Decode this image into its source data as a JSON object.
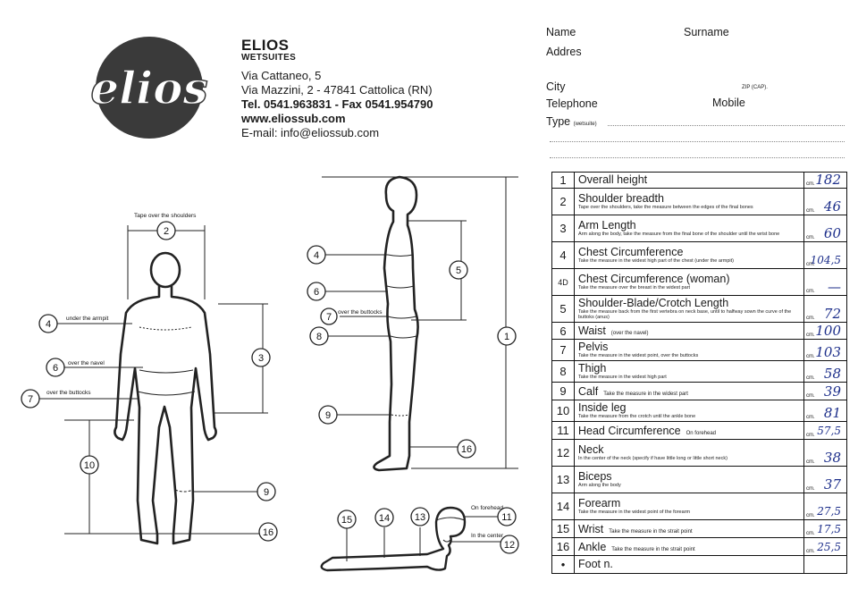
{
  "logo": {
    "text": "elios"
  },
  "company": {
    "name": "ELIOS",
    "subtitle": "WETSUITES",
    "address1": "Via Cattaneo, 5",
    "address2": "Via Mazzini, 2 - 47841 Cattolica (RN)",
    "phone": "Tel. 0541.963831 - Fax 0541.954790",
    "website": "www.eliossub.com",
    "email": "E-mail: info@eliossub.com"
  },
  "form": {
    "name": "Name",
    "surname": "Surname",
    "address": "Addres",
    "city": "City",
    "zip": "ZIP (CAP).",
    "telephone": "Telephone",
    "mobile": "Mobile",
    "type": "Type",
    "type_note": "(wetsuite)"
  },
  "front_figure": {
    "shoulders_note": "Tape over the shoulders",
    "armpit_note": "under the armpit",
    "navel_note": "over the navel",
    "buttocks_note": "over the buttocks",
    "labels": [
      "2",
      "4",
      "6",
      "7",
      "3",
      "10",
      "9",
      "16"
    ]
  },
  "side_figure": {
    "buttocks_note": "over the buttocks",
    "labels": [
      "4",
      "6",
      "7",
      "8",
      "9",
      "5",
      "1",
      "16"
    ]
  },
  "arm_figure": {
    "forehead_note": "On forehead",
    "center_note": "In the center",
    "labels": [
      "15",
      "14",
      "13",
      "11",
      "12"
    ]
  },
  "table": {
    "unit": "cm.",
    "rows": [
      {
        "num": "1",
        "title": "Overall height",
        "note": "",
        "value": "182"
      },
      {
        "num": "2",
        "title": "Shoulder breadth",
        "note": "Tape over the shoulders, take the measure between the edges of the final bones",
        "value": "46"
      },
      {
        "num": "3",
        "title": "Arm Length",
        "note": "Arm along the body, take the measure from the final bone of the shoulder until the wrist bone",
        "value": "60"
      },
      {
        "num": "4",
        "title": "Chest Circumference",
        "note": "Take the measure in the widest high part of the chest (under the armpit)",
        "value": "104,5"
      },
      {
        "num": "4D",
        "title": "Chest Circumference (woman)",
        "note": "Take the measure over the breast in the widest part",
        "value": "—"
      },
      {
        "num": "5",
        "title": "Shoulder-Blade/Crotch Length",
        "note": "Take the measure back from the first vertebra on neck base, until to halfway sown the curve of the buttoks (anus)",
        "value": "72"
      },
      {
        "num": "6",
        "title": "Waist",
        "inline_note": "(over the navel)",
        "note": "",
        "value": "100"
      },
      {
        "num": "7",
        "title": "Pelvis",
        "note": "Take the measure in the widest point, over the buttocks",
        "value": "103"
      },
      {
        "num": "8",
        "title": "Thigh",
        "note": "Take the measure in the widest high part",
        "value": "58"
      },
      {
        "num": "9",
        "title": "Calf",
        "inline_note": "Take the measure in the widest part",
        "note": "",
        "value": "39"
      },
      {
        "num": "10",
        "title": "Inside leg",
        "note": "Take the measure from the crotch until the ankle bone",
        "value": "81"
      },
      {
        "num": "11",
        "title": "Head Circumference",
        "inline_note": "On forehead",
        "note": "",
        "value": "57,5"
      },
      {
        "num": "12",
        "title": "Neck",
        "note": "In the center of the neck (specify if have little long or little short neck)",
        "value": "38"
      },
      {
        "num": "13",
        "title": "Biceps",
        "note": "Arm along the body",
        "value": "37"
      },
      {
        "num": "14",
        "title": "Forearm",
        "note": "Take the measure in the widest point of the forearm",
        "value": "27,5"
      },
      {
        "num": "15",
        "title": "Wrist",
        "inline_note": "Take the measure in the strait point",
        "note": "",
        "value": "17,5"
      },
      {
        "num": "16",
        "title": "Ankle",
        "inline_note": "Take the measure in the strait point",
        "note": "",
        "value": "25,5"
      },
      {
        "num": "•",
        "title": "Foot n.",
        "note": "",
        "value": ""
      }
    ]
  }
}
